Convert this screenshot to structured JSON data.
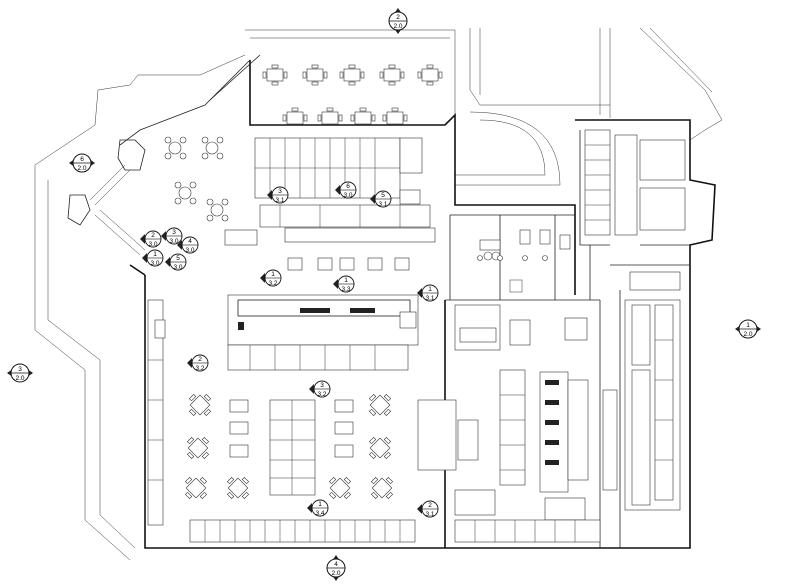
{
  "drawing": {
    "type": "floor-plan",
    "section_markers": [
      {
        "id": "m1",
        "top": "2",
        "bottom": "2.0"
      },
      {
        "id": "m2",
        "top": "1",
        "bottom": "2.0"
      },
      {
        "id": "m3",
        "top": "3",
        "bottom": "2.0"
      },
      {
        "id": "m4",
        "top": "4",
        "bottom": "2.0"
      },
      {
        "id": "m5",
        "top": "6",
        "bottom": "2.0"
      }
    ],
    "elevation_markers": [
      {
        "id": "e1",
        "top": "3",
        "bottom": "3.1"
      },
      {
        "id": "e2",
        "top": "6",
        "bottom": "3.0"
      },
      {
        "id": "e3",
        "top": "5",
        "bottom": "3.1"
      },
      {
        "id": "e4",
        "top": "1",
        "bottom": "3.2"
      },
      {
        "id": "e5",
        "top": "1",
        "bottom": "3.3"
      },
      {
        "id": "e6",
        "top": "1",
        "bottom": "3.1"
      },
      {
        "id": "e7",
        "top": "2",
        "bottom": "3.2"
      },
      {
        "id": "e8",
        "top": "3",
        "bottom": "3.2"
      },
      {
        "id": "e9",
        "top": "1",
        "bottom": "3.4"
      },
      {
        "id": "e10",
        "top": "2",
        "bottom": "3.1"
      },
      {
        "id": "e11",
        "top": "2",
        "bottom": "3.0"
      },
      {
        "id": "e12",
        "top": "1",
        "bottom": "3.0"
      },
      {
        "id": "e13",
        "top": "4",
        "bottom": "3.0"
      },
      {
        "id": "e14",
        "top": "3",
        "bottom": "3.0"
      },
      {
        "id": "e15",
        "top": "5",
        "bottom": "3.0"
      }
    ]
  }
}
